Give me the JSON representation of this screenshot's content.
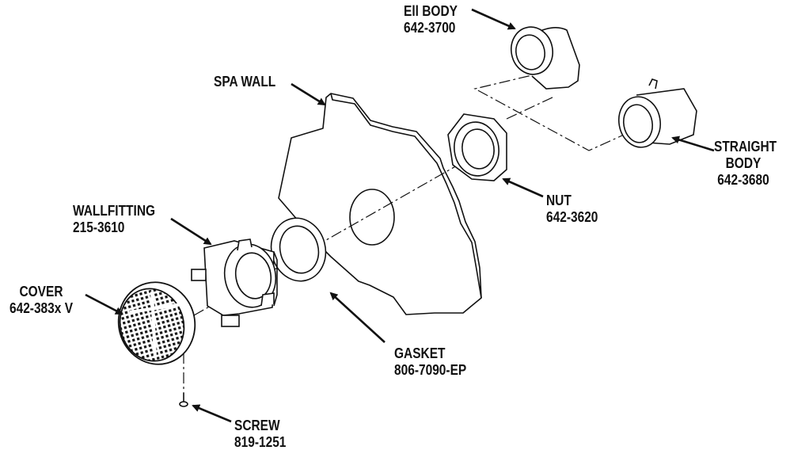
{
  "parts": {
    "ell_body": {
      "name": "Ell BODY",
      "number": "642-3700"
    },
    "spa_wall": {
      "name": "SPA WALL"
    },
    "straight_body": {
      "name_line1": "STRAIGHT",
      "name_line2": "BODY",
      "number": "642-3680"
    },
    "nut": {
      "name": "NUT",
      "number": "642-3620"
    },
    "wallfitting": {
      "name": "WALLFITTING",
      "number": "215-3610"
    },
    "cover": {
      "name": "COVER",
      "number": "642-383x V"
    },
    "gasket": {
      "name": "GASKET",
      "number": "806-7090-EP"
    },
    "screw": {
      "name": "SCREW",
      "number": "819-1251"
    }
  },
  "colors": {
    "ink": "#111111",
    "paper": "#ffffff"
  }
}
